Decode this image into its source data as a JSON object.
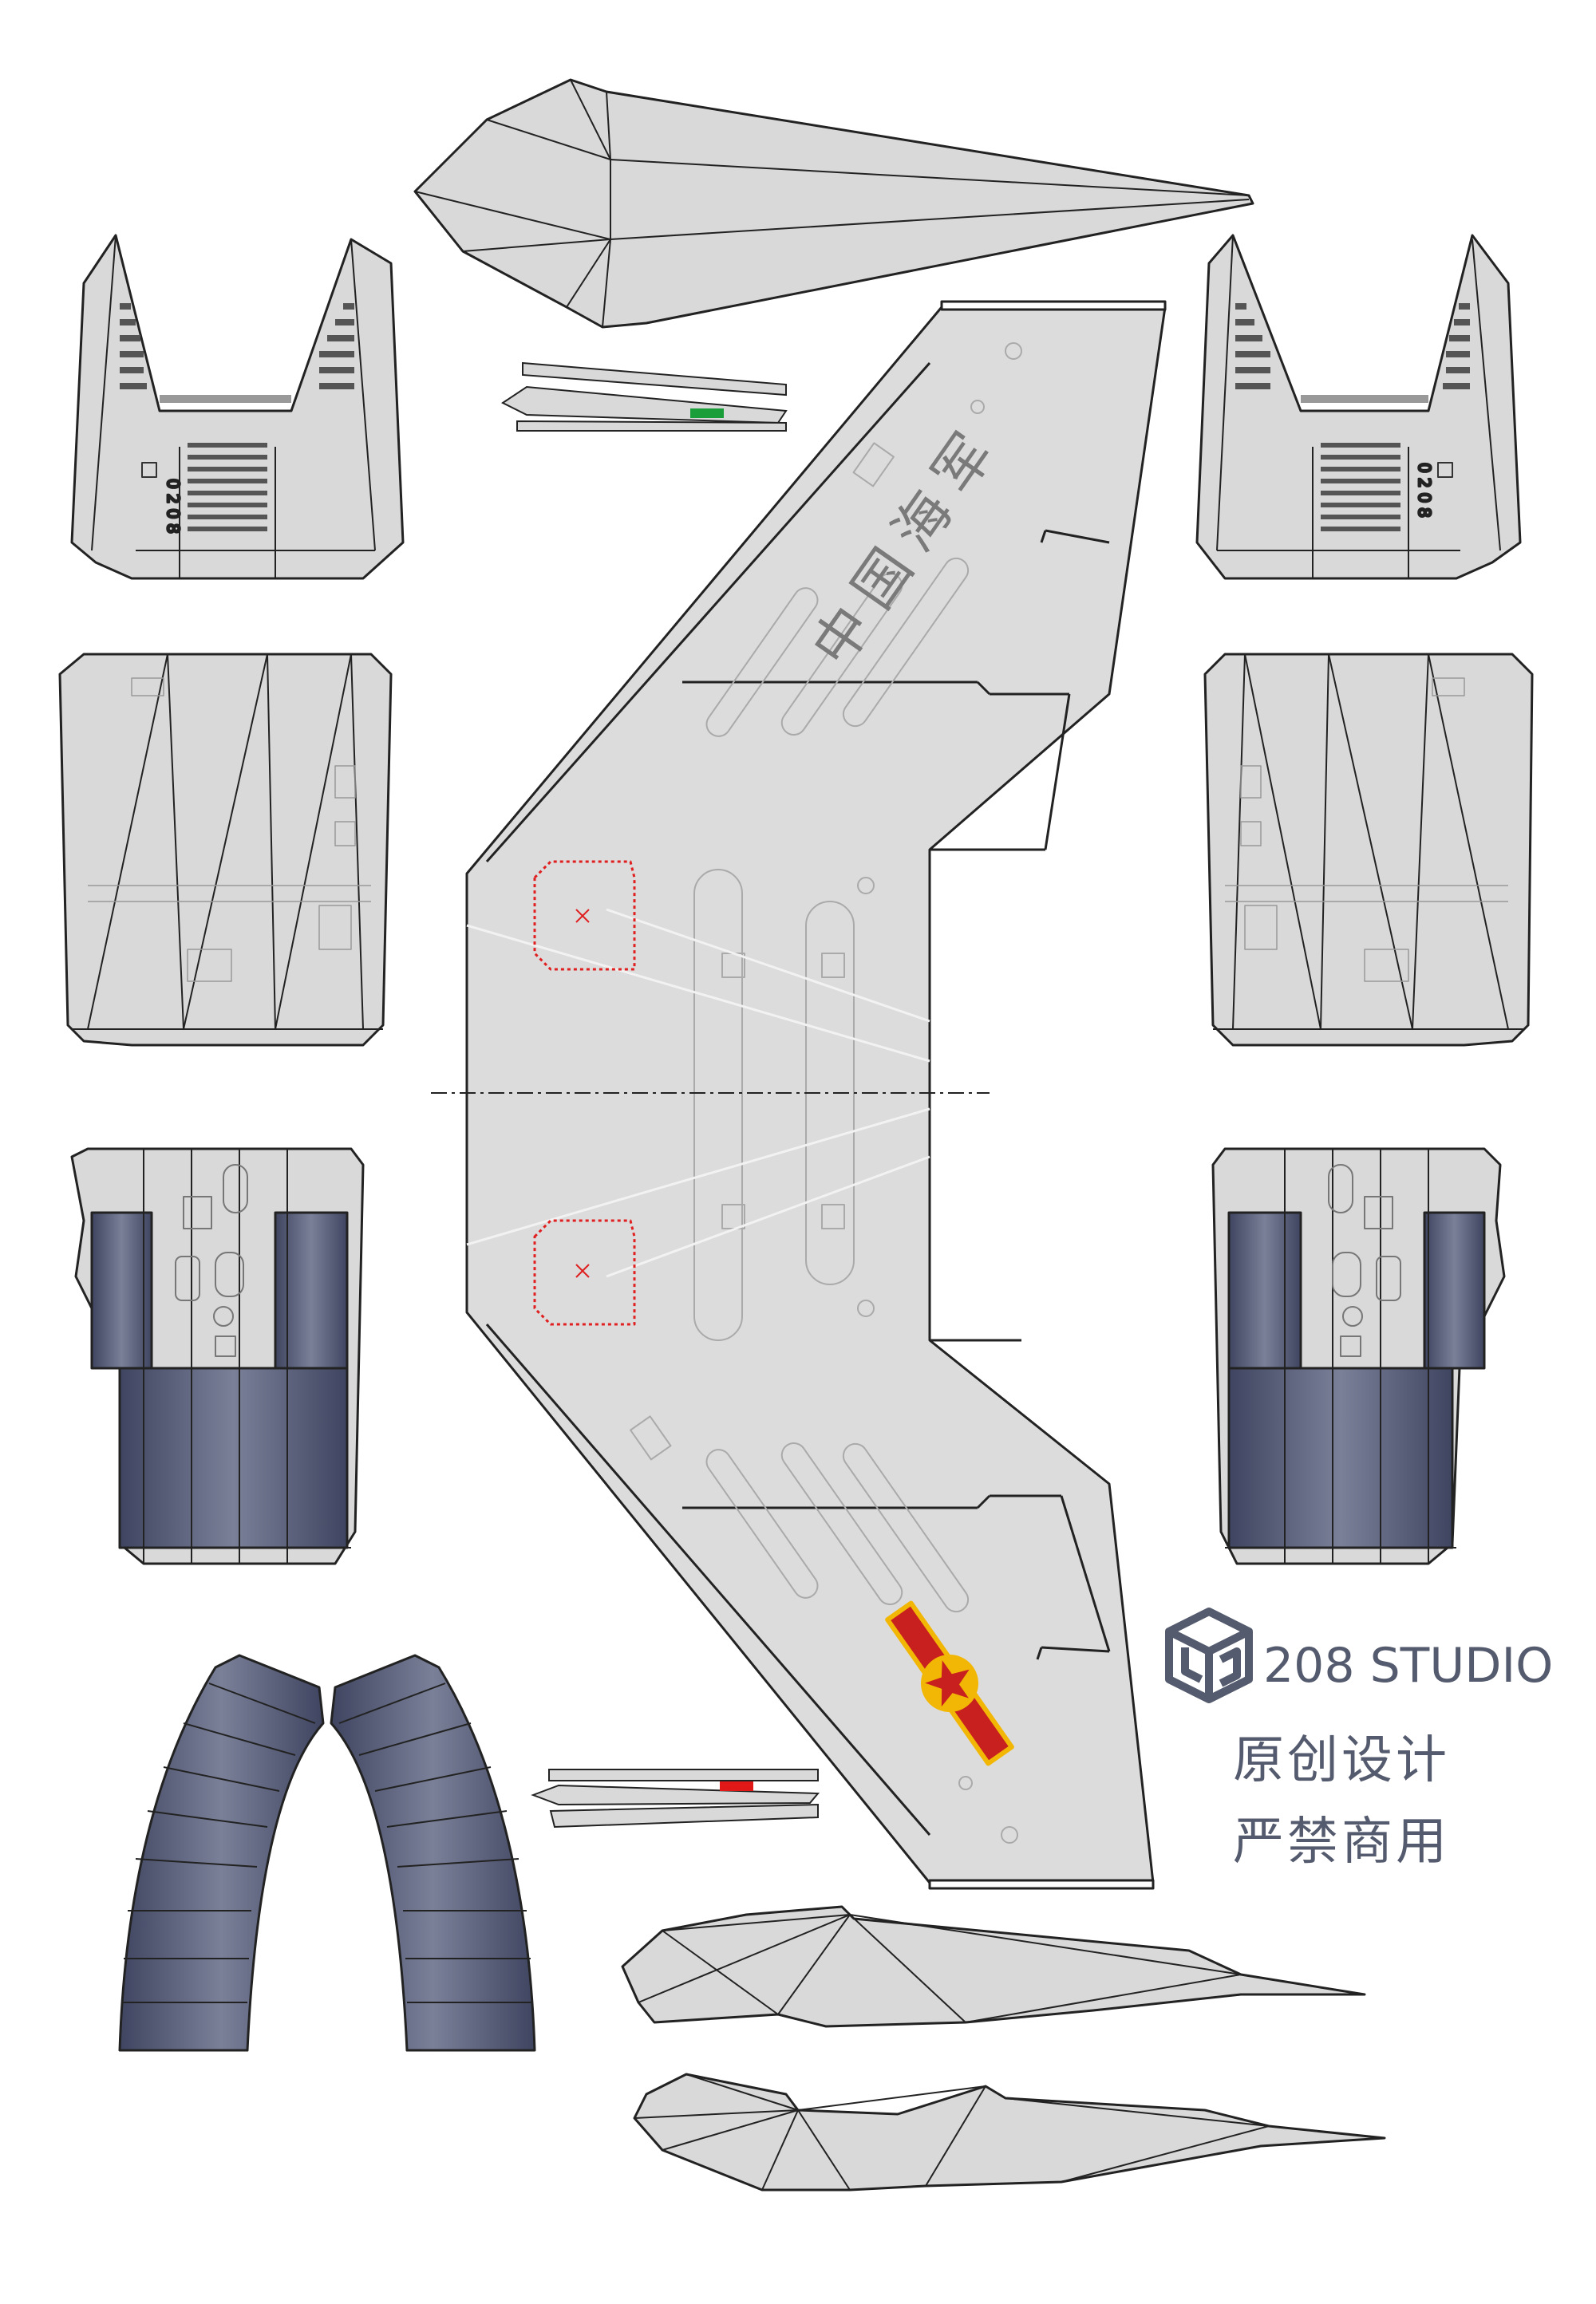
{
  "studio": {
    "name": "208 STUDIO",
    "line1": "原创设计",
    "line2": "严禁商用"
  },
  "wing": {
    "marking": "中国海军"
  },
  "hull_number": "0208",
  "colors": {
    "paper_gray": "#d9d9d9",
    "outline": "#222222",
    "navy": "#4a5068",
    "cut_red": "#e02020",
    "accent_green": "#1a9e3a",
    "accent_red": "#e01818",
    "roundel_red": "#c8201e",
    "roundel_gold": "#f2b705",
    "brand": "#555b6e"
  },
  "icons": {
    "logo": "208-studio-cube-logo-icon",
    "roundel": "plan-navy-star-bar-insignia-icon"
  }
}
